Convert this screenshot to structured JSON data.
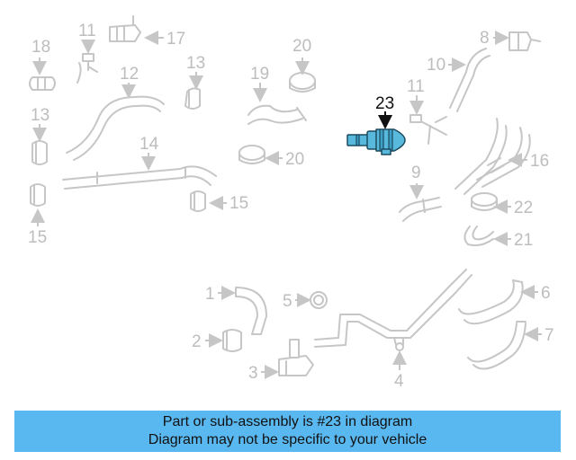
{
  "callouts": {
    "c1": "1",
    "c2": "2",
    "c3": "3",
    "c4": "4",
    "c5": "5",
    "c6": "6",
    "c7": "7",
    "c8": "8",
    "c9": "9",
    "c10": "10",
    "c11a": "11",
    "c11b": "11",
    "c12": "12",
    "c13a": "13",
    "c13b": "13",
    "c14": "14",
    "c15a": "15",
    "c15b": "15",
    "c16": "16",
    "c17": "17",
    "c18": "18",
    "c19": "19",
    "c20a": "20",
    "c20b": "20",
    "c21": "21",
    "c22": "22",
    "c23": "23"
  },
  "highlight": {
    "part_number": "23",
    "color": "#58b9dc"
  },
  "banner": {
    "line1": "Part or sub-assembly is #23 in diagram",
    "line2": "Diagram may not be specific to your vehicle",
    "background": "#5ab8f0"
  }
}
